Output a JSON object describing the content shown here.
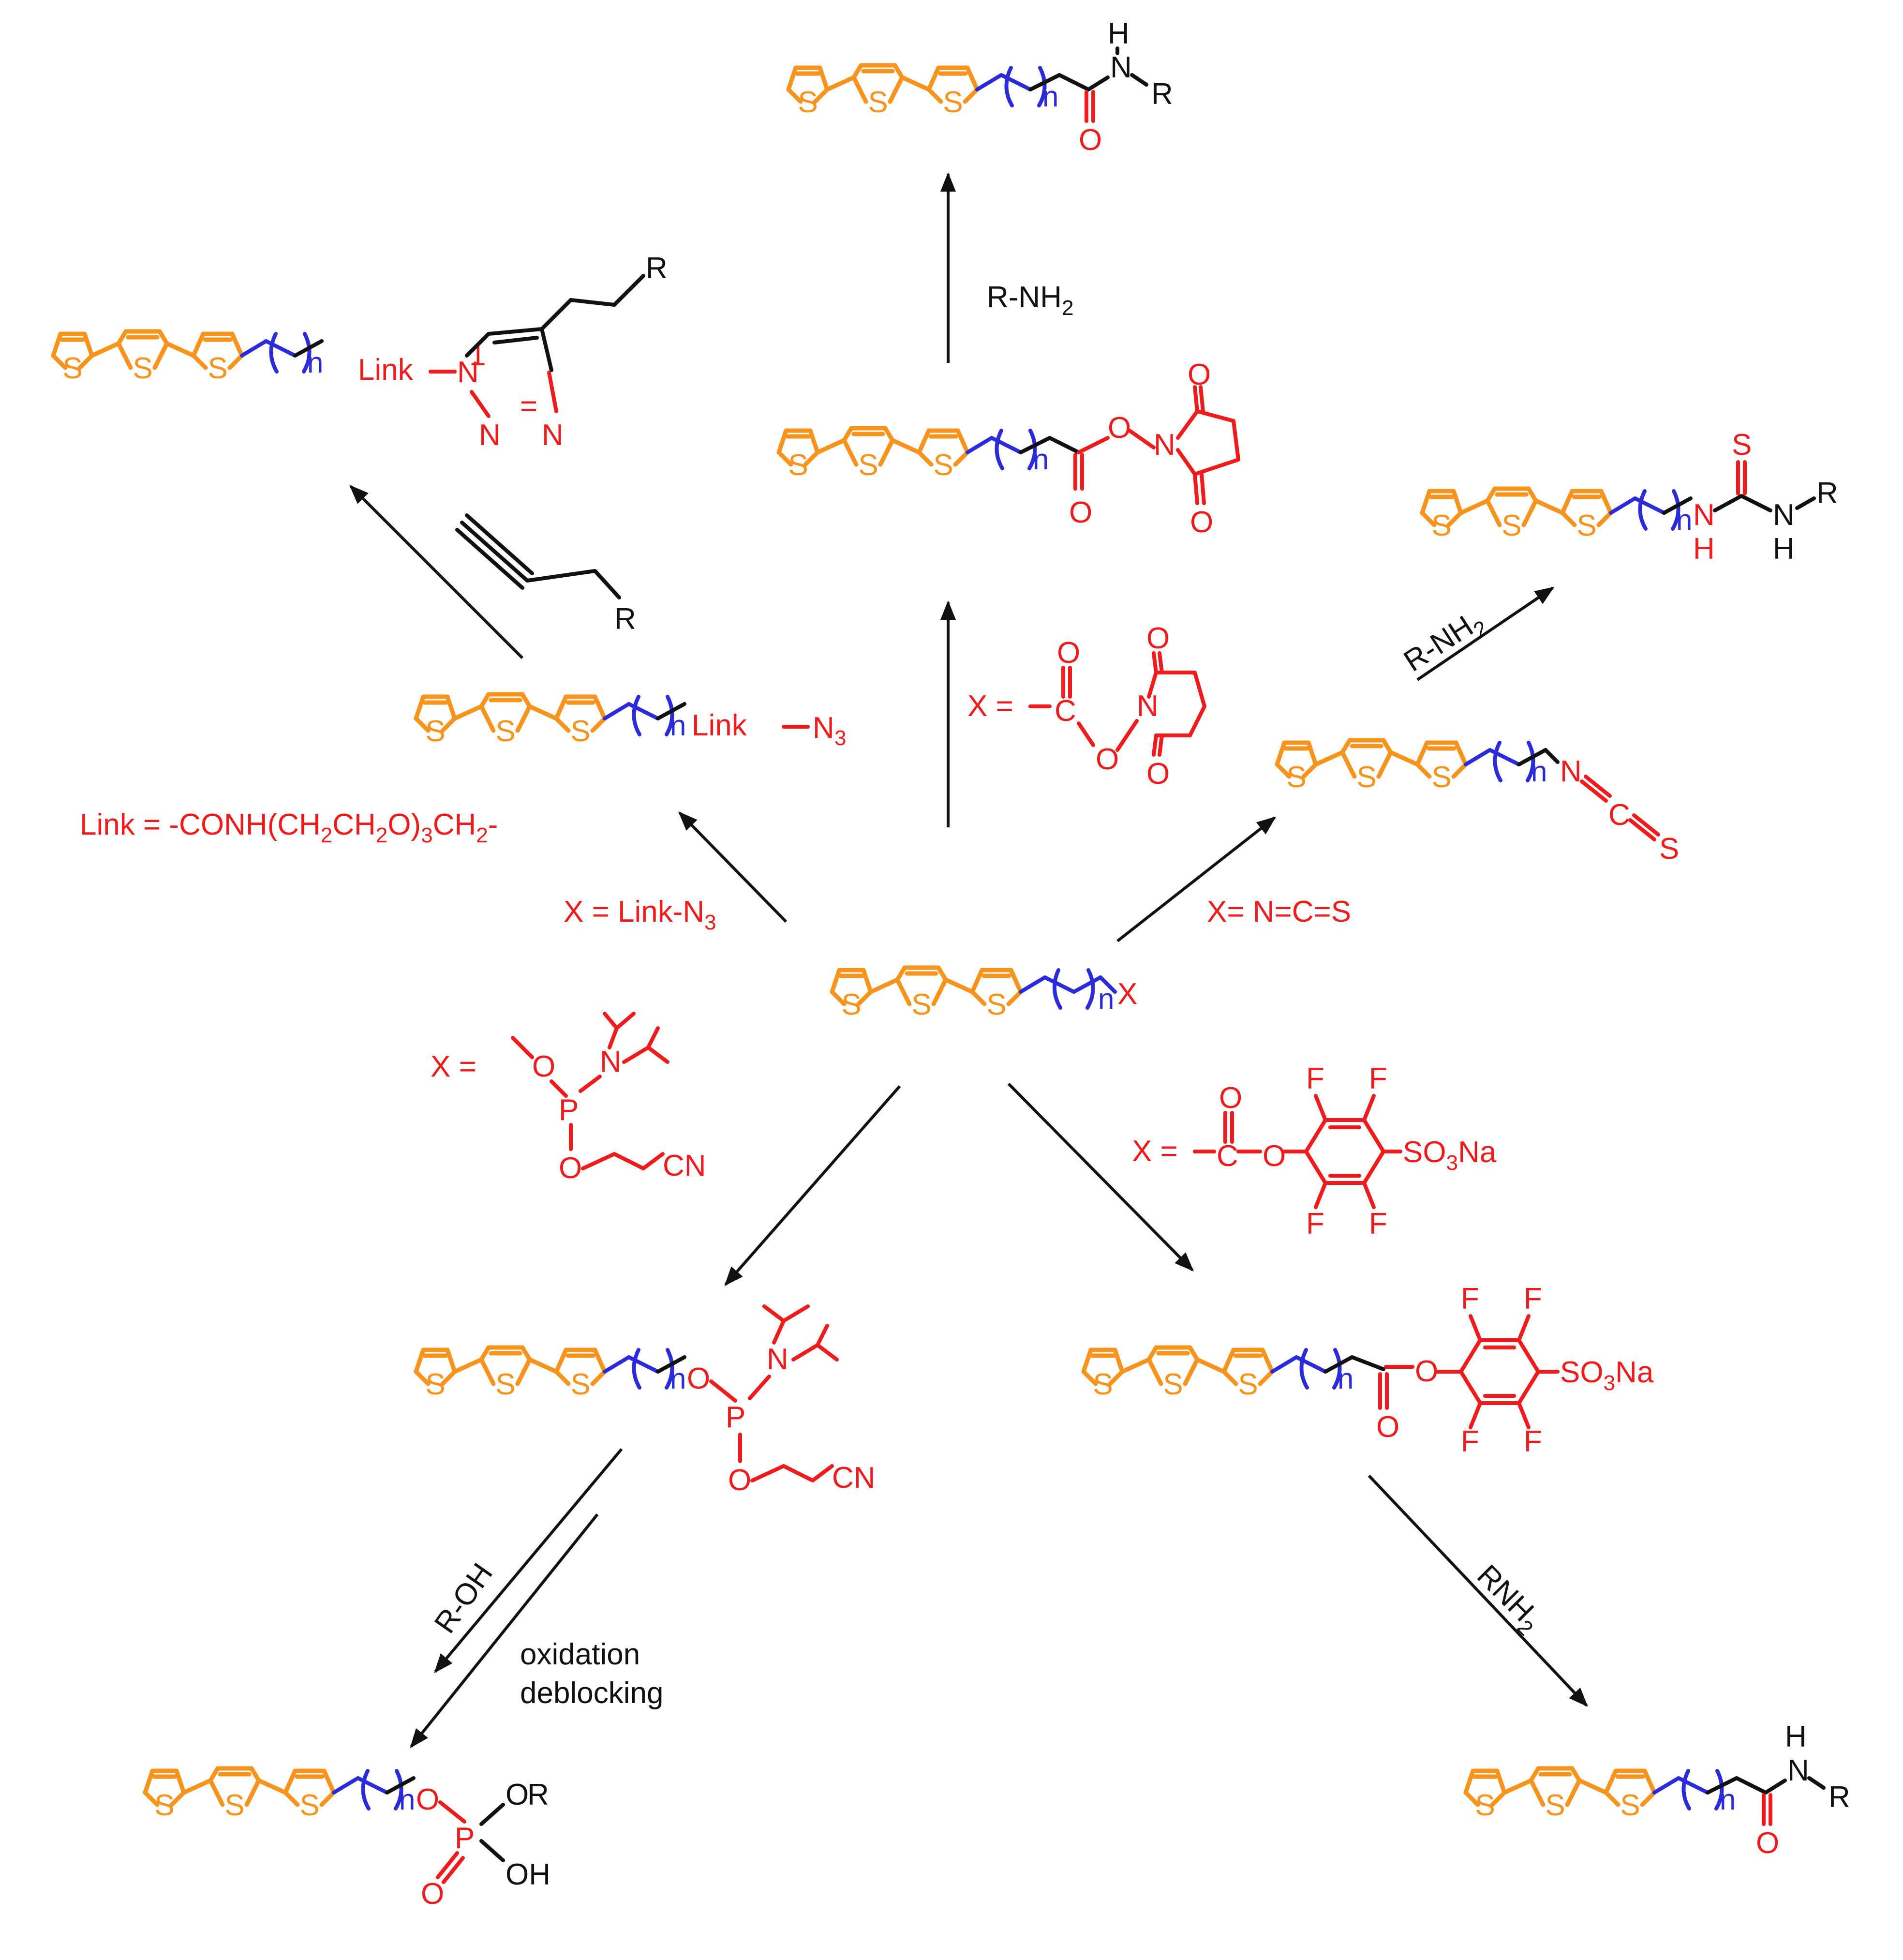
{
  "atoms": {
    "S": "S",
    "n": "n",
    "O": "O",
    "N": "N",
    "H": "H",
    "R": "R",
    "P": "P",
    "F": "F",
    "X": "X",
    "OH": "OH",
    "CN": "CN",
    "C": "C",
    "Link": "Link",
    "N3": "N",
    "n3sub": "3"
  },
  "conditions": {
    "r_nh2_top": "R-NH",
    "r_nh2_top_sub": "2",
    "r_nh2_right": "R-NH",
    "r_nh2_right_sub": "2",
    "rnh2_bottom": "RNH",
    "rnh2_bottom_sub": "2",
    "r_oh": "R-OH",
    "oxidation": "oxidation",
    "deblocking": "deblocking"
  },
  "x_labels": {
    "x_link": "X =  Link-N",
    "x_link_sub": "3",
    "x_ncs": "X=  N=C=S",
    "x_nhs": "X = ",
    "x_phosphoramidite": "X =",
    "x_pfp": "X = ",
    "so3na_a": "SO",
    "so3na_sub": "3",
    "so3na_b": "Na"
  },
  "link_definition": {
    "a": "Link = -CONH(CH",
    "s1": "2",
    "b": "CH",
    "s2": "2",
    "c": "O)",
    "s3": "3",
    "d": "CH",
    "s4": "2",
    "e": "-"
  },
  "colors": {
    "thiophene": "#f7941d",
    "linker_chain": "#2b2bd9",
    "functional_group": "#ee1c1c",
    "reagent": "#111111"
  }
}
